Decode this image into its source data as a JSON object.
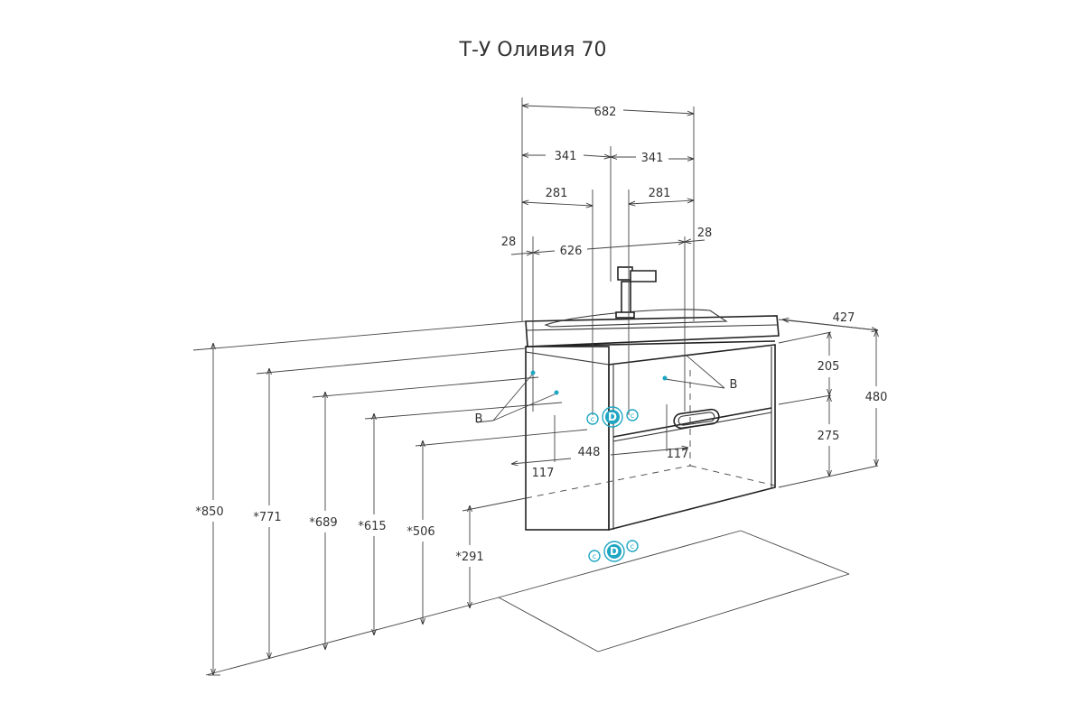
{
  "title": "Т-У Оливия 70",
  "top_dimensions": {
    "overall_width": "682",
    "half_left": "341",
    "half_right": "341",
    "offset_left": "281",
    "offset_right": "281",
    "inner_width": "626",
    "edge_left": "28",
    "edge_right": "28"
  },
  "right_dimensions": {
    "depth": "427",
    "upper_drawer": "205",
    "lower_drawer": "275",
    "body_height": "480"
  },
  "left_heights": {
    "h850": "*850",
    "h771": "*771",
    "h689": "*689",
    "h615": "*615",
    "h506": "*506",
    "h291": "*291"
  },
  "inner_dimensions": {
    "mount_width": "448",
    "mount_left": "117",
    "mount_right": "117"
  },
  "markers": {
    "b_left": "B",
    "b_right": "B",
    "cold": "c",
    "drain": "D",
    "hot": "c"
  },
  "colors": {
    "line": "#333333",
    "accent": "#1fa6c2"
  }
}
